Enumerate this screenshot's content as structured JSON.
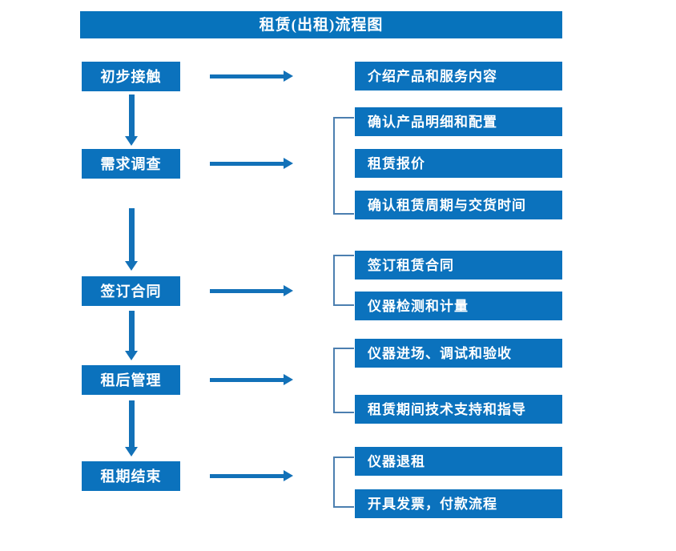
{
  "title": "租赁(出租)流程图",
  "colors": {
    "box_blue": "#0b72bd",
    "banner_blue": "#0773bc",
    "arrow_blue": "#1271b8",
    "bracket_blue": "#4c7fb0",
    "text": "#ffffff",
    "background": "#ffffff"
  },
  "stages": [
    {
      "label": "初步接触"
    },
    {
      "label": "需求调查"
    },
    {
      "label": "签订合同"
    },
    {
      "label": "租后管理"
    },
    {
      "label": "租期结束"
    }
  ],
  "details": [
    {
      "label": "介绍产品和服务内容"
    },
    {
      "label": "确认产品明细和配置"
    },
    {
      "label": "租赁报价"
    },
    {
      "label": "确认租赁周期与交货时间"
    },
    {
      "label": "签订租赁合同"
    },
    {
      "label": "仪器检测和计量"
    },
    {
      "label": "仪器进场、调试和验收"
    },
    {
      "label": "租赁期间技术支持和指导"
    },
    {
      "label": "仪器退租"
    },
    {
      "label": "开具发票，付款流程"
    }
  ],
  "groups": [
    {
      "stage": "需求调查",
      "details": [
        "确认产品明细和配置",
        "租赁报价",
        "确认租赁周期与交货时间"
      ]
    },
    {
      "stage": "签订合同",
      "details": [
        "签订租赁合同",
        "仪器检测和计量"
      ]
    },
    {
      "stage": "租后管理",
      "details": [
        "仪器进场、调试和验收",
        "租赁期间技术支持和指导"
      ]
    },
    {
      "stage": "租期结束",
      "details": [
        "仪器退租",
        "开具发票，付款流程"
      ]
    }
  ],
  "flow_arrows": {
    "horizontal_count": 5,
    "vertical_count": 4,
    "direction": "下行"
  }
}
